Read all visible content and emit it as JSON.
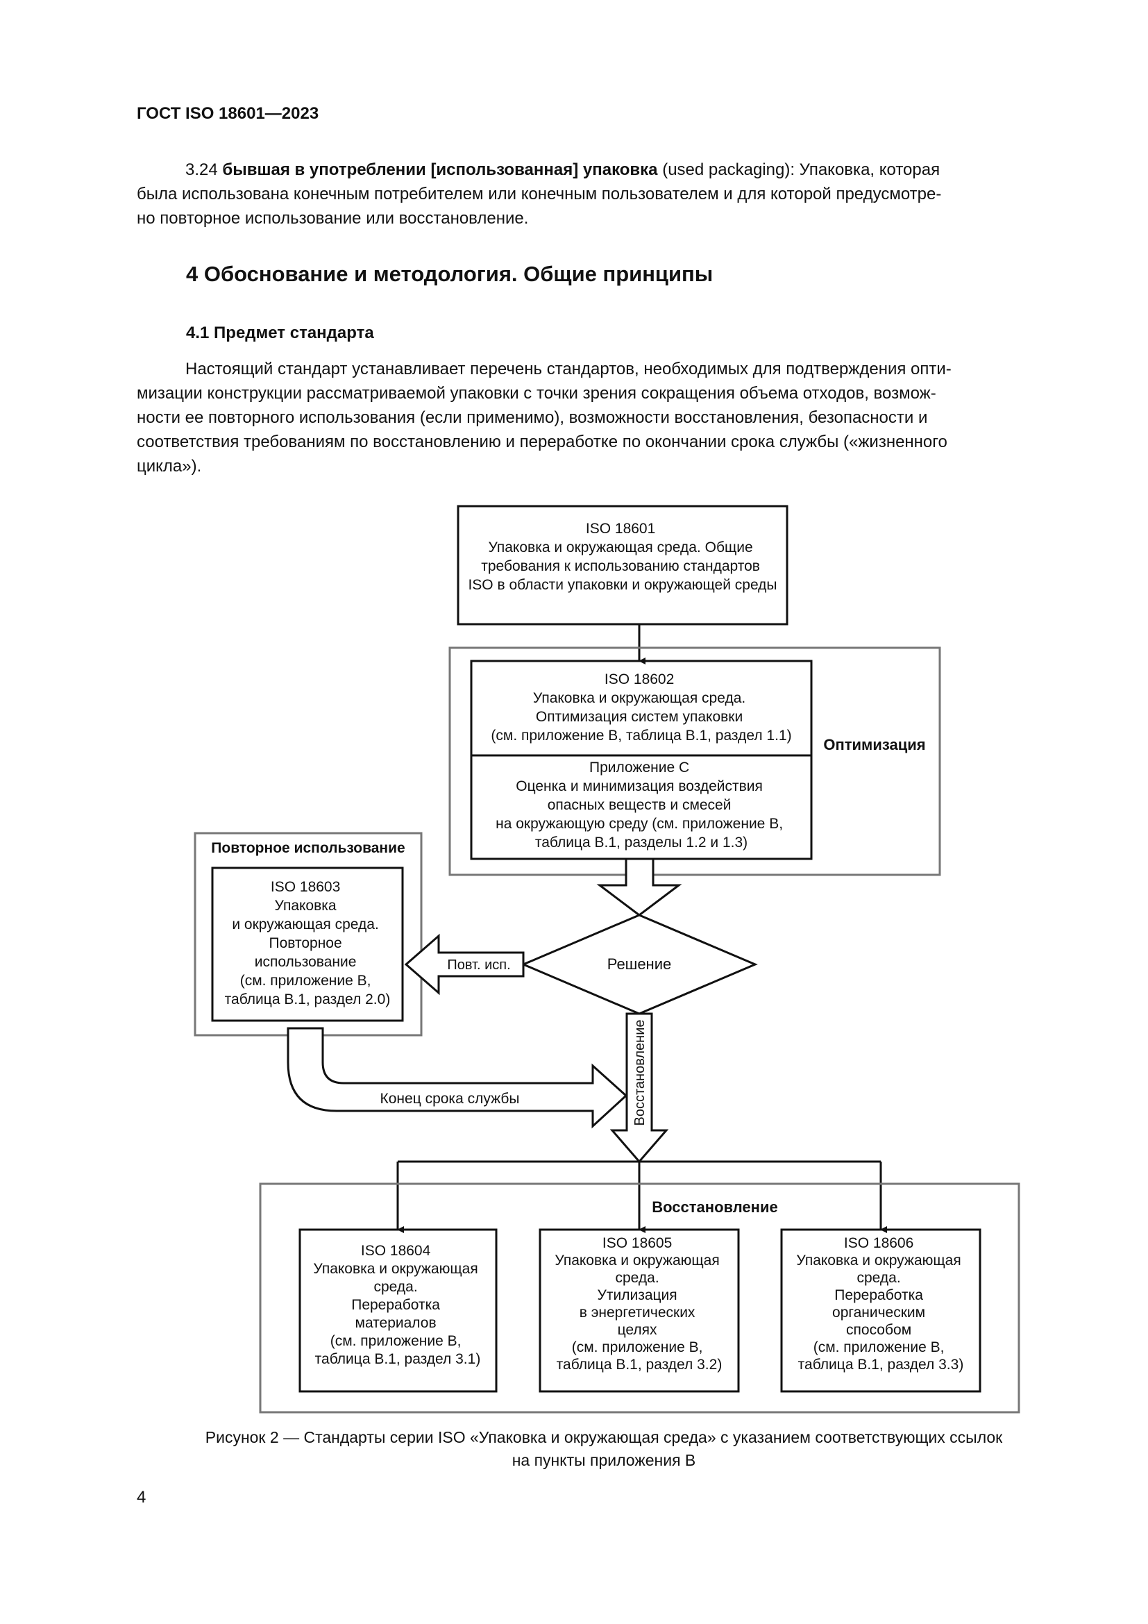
{
  "header": {
    "doc_code": "ГОСТ ISO 18601—2023"
  },
  "clause_3_24": {
    "number": "3.24",
    "term": "бывшая в употреблении [использованная] упаковка",
    "en_term": "(used packaging):",
    "lines": [
      "Упаковка, которая",
      "была использована конечным потребителем или конечным пользователем и для которой предусмотре-",
      "но повторное использование или восстановление."
    ]
  },
  "section_4": {
    "title": "4 Обоснование и методология. Общие принципы"
  },
  "section_4_1": {
    "title": "4.1 Предмет стандарта",
    "lines": [
      "Настоящий стандарт устанавливает перечень стандартов, необходимых для подтверждения опти-",
      "мизации конструкции рассматриваемой упаковки с точки зрения сокращения объема отходов, возмож-",
      "ности ее повторного использования (если применимо), возможности восстановления, безопасности и",
      "соответствия требованиям по восстановлению и переработке по окончании срока службы («жизненного",
      "цикла»)."
    ]
  },
  "diagram": {
    "iso18601": [
      "ISO 18601",
      "Упаковка и окружающая среда. Общие",
      "требования к использованию стандартов",
      "ISO в области упаковки и окружающей среды"
    ],
    "iso18602": [
      "ISO 18602",
      "Упаковка и окружающая среда.",
      "Оптимизация систем упаковки",
      "(см. приложение B, таблица B.1, раздел 1.1)"
    ],
    "annex_c": [
      "Приложение C",
      "Оценка и минимизация воздействия",
      "опасных веществ и смесей",
      "на окружающую среду (см. приложение B,",
      "таблица B.1, разделы 1.2 и 1.3)"
    ],
    "optimization_label": "Оптимизация",
    "reuse_group_label": "Повторное использование",
    "iso18603": [
      "ISO 18603",
      "Упаковка",
      "и окружающая среда.",
      "Повторное",
      "использование",
      "(см. приложение B,",
      "таблица B.1, раздел 2.0)"
    ],
    "decision": "Решение",
    "reuse_arrow_label": "Повт. исп.",
    "recovery_arrow_label": "Восстановление",
    "end_of_life_label": "Конец срока службы",
    "recovery_group_label": "Восстановление",
    "iso18604": [
      "ISO 18604",
      "Упаковка и окружающая",
      "среда.",
      "Переработка",
      "материалов",
      "(см. приложение B,",
      "таблица B.1, раздел  3.1)"
    ],
    "iso18605": [
      "ISO 18605",
      "Упаковка и окружающая",
      "среда.",
      "Утилизация",
      "в энергетических",
      "целях",
      "(см. приложение B,",
      "таблица B.1, раздел 3.2)"
    ],
    "iso18606": [
      "ISO 18606",
      "Упаковка и окружающая",
      "среда.",
      "Переработка",
      "органическим",
      "способом",
      "(см. приложение B,",
      "таблица B.1, раздел 3.3)"
    ]
  },
  "caption": {
    "line1": "Рисунок 2 — Стандарты серии ISO «Упаковка и окружающая среда» с указанием соответствующих ссылок",
    "line2": "на  пункты приложения B"
  },
  "page_number": "4"
}
